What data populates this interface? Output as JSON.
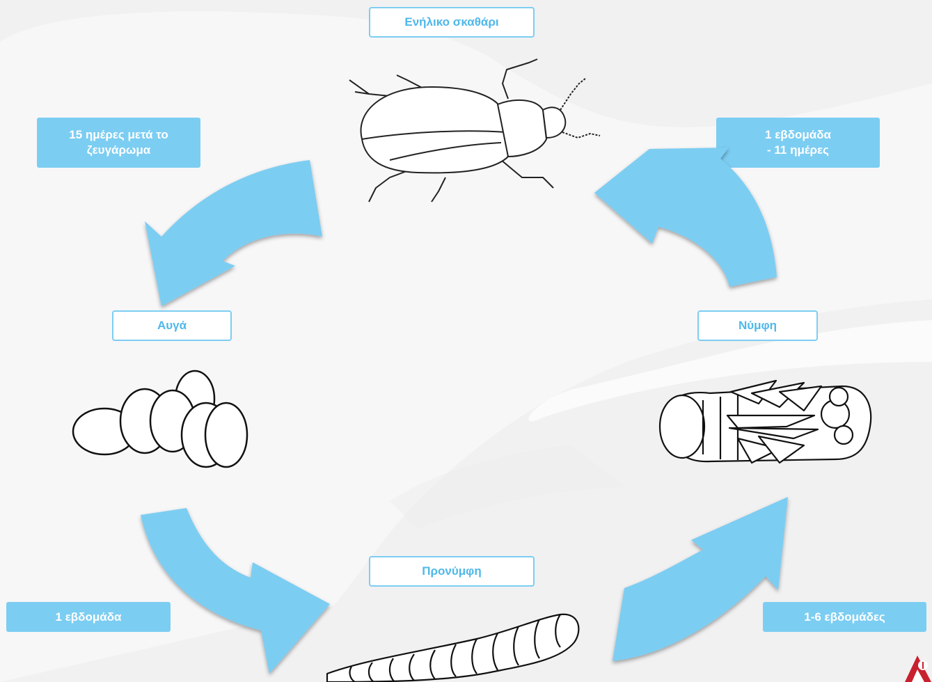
{
  "stages": {
    "adult": "Ενήλικο σκαθάρι",
    "eggs": "Αυγά",
    "larva": "Προνύμφη",
    "pupa": "Νύμφη"
  },
  "durations": {
    "adult_to_eggs": [
      "15 ημέρες μετά το",
      "ζευγάρωμα"
    ],
    "eggs_to_larva": "1 εβδομάδα",
    "larva_to_pupa": "1-6 εβδομάδες",
    "pupa_to_adult": [
      "1 εβδομάδα",
      "- 11 ημέρες"
    ]
  },
  "icons": {
    "adult": "beetle-icon",
    "eggs": "eggs-icon",
    "larva": "larva-icon",
    "pupa": "pupa-icon",
    "arrow": "curved-arrow-icon",
    "logo": "logo-icon"
  },
  "colors": {
    "accent": "#7ccdf2",
    "label_text": "#4fb8ea",
    "logo": "#c8202e"
  }
}
